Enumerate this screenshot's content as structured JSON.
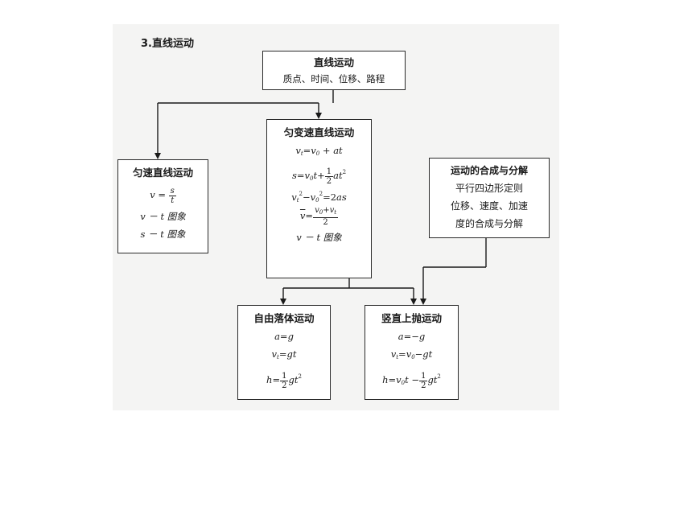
{
  "section_title": "3.直线运动",
  "root": {
    "title": "直线运动",
    "subtitle": "质点、时间、位移、路程"
  },
  "uniform": {
    "title": "匀速直线运动",
    "graph_vt": "v － t 图象",
    "graph_st": "s － t 图象"
  },
  "accel": {
    "title": "匀变速直线运动",
    "graph_vt": "v － t 图象"
  },
  "composition": {
    "lines": [
      "运动的合成与分解",
      "平行四边形定则",
      "位移、速度、加速",
      "度的合成与分解"
    ]
  },
  "freefall": {
    "title": "自由落体运动"
  },
  "vertical": {
    "title": "竖直上抛运动"
  }
}
